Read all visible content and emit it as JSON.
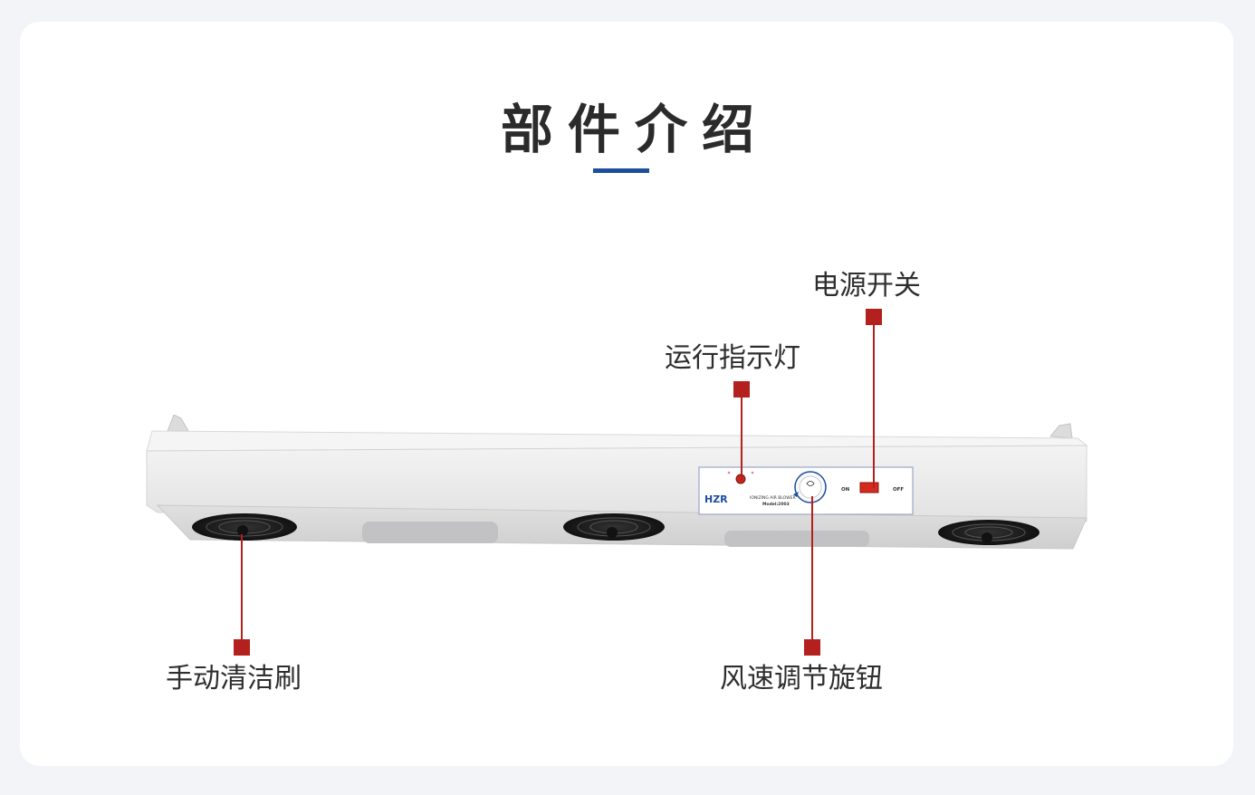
{
  "title": "部件介绍",
  "callouts": {
    "power_switch": "电源开关",
    "indicator_light": "运行指示灯",
    "cleaning_brush": "手动清洁刷",
    "speed_knob": "风速调节旋钮"
  },
  "device_panel": {
    "brand": "HZR",
    "product_line": "IONIZING AIR BLOWER",
    "model": "Model:2003",
    "on_label": "ON",
    "off_label": "OFF"
  },
  "colors": {
    "accent_red": "#b3201e",
    "title_underline_blue": "#1d4e9e",
    "brand_blue": "#1d4e9e",
    "device_body": "#eeeeee"
  }
}
